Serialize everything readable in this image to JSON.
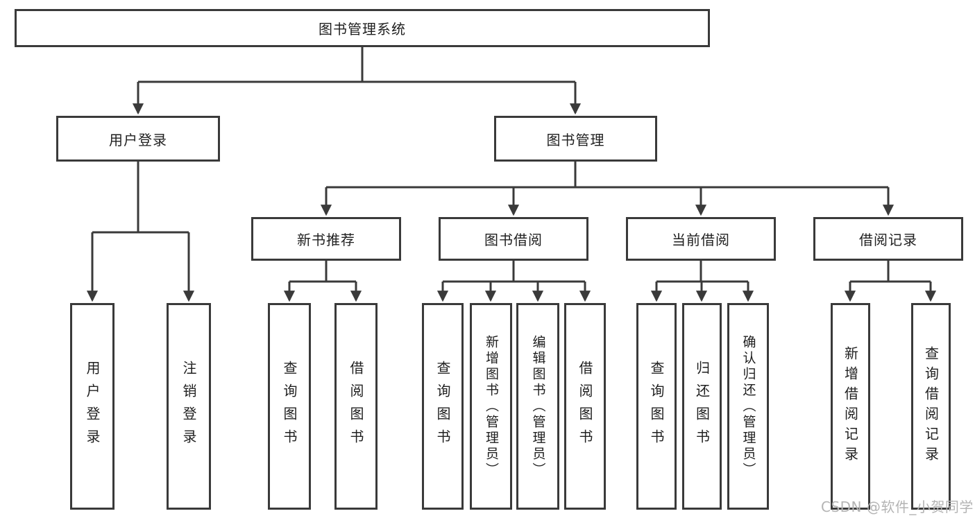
{
  "diagram": {
    "title_node": {
      "label": "图书管理系统"
    },
    "level2": {
      "user_login": {
        "label": "用户登录"
      },
      "book_management": {
        "label": "图书管理"
      }
    },
    "level3": {
      "new_book_recommend": {
        "label": "新书推荐"
      },
      "book_borrow": {
        "label": "图书借阅"
      },
      "current_borrow": {
        "label": "当前借阅"
      },
      "borrow_records": {
        "label": "借阅记录"
      }
    },
    "leaves": {
      "user_login": [
        "用户登录",
        "注销登录"
      ],
      "new_book_recommend": [
        "查询图书",
        "借阅图书"
      ],
      "book_borrow": [
        "查询图书",
        "新增图书（管理员）",
        "编辑图书（管理员）",
        "借阅图书"
      ],
      "current_borrow": [
        "查询图书",
        "归还图书",
        "确认归还（管理员）"
      ],
      "borrow_records": [
        "新增借阅记录",
        "查询借阅记录"
      ]
    },
    "watermark": "CSDN @软件_小贺同学",
    "colors": {
      "line": "#3a3a3a",
      "box_border": "#3a3a3a",
      "text": "#1f1f1f",
      "watermark": "#b4b4b4",
      "background": "#ffffff"
    }
  }
}
